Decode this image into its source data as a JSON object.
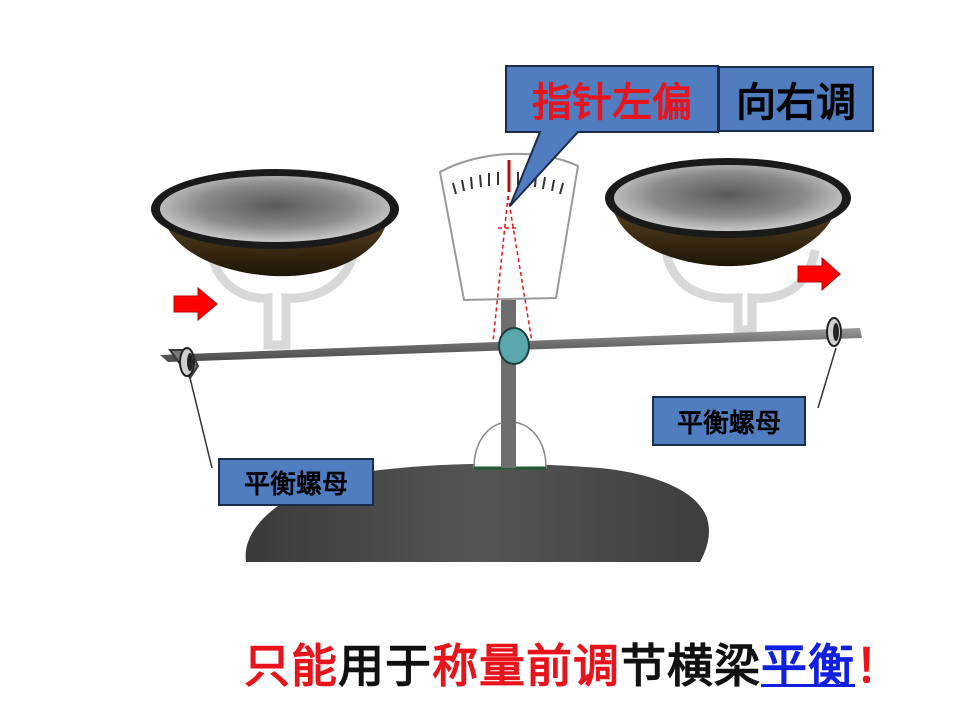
{
  "callout": {
    "pointer_text": "指针左偏",
    "action_text": "向右调"
  },
  "labels": {
    "nut_left": "平衡螺母",
    "nut_right": "平衡螺母"
  },
  "caption": {
    "part1": "只能",
    "part2": "用于",
    "part3": "称量前调",
    "part4": "节横梁",
    "part5": "平衡",
    "part6": "！"
  },
  "colors": {
    "callout_fill": "#4f7dc0",
    "highlight_red": "#e8141c",
    "link_blue": "#1020e0",
    "arrow_red": "#ff0000",
    "pivot_teal": "#5aa6ad"
  },
  "icons": {
    "arrow": "right-arrow-icon"
  }
}
